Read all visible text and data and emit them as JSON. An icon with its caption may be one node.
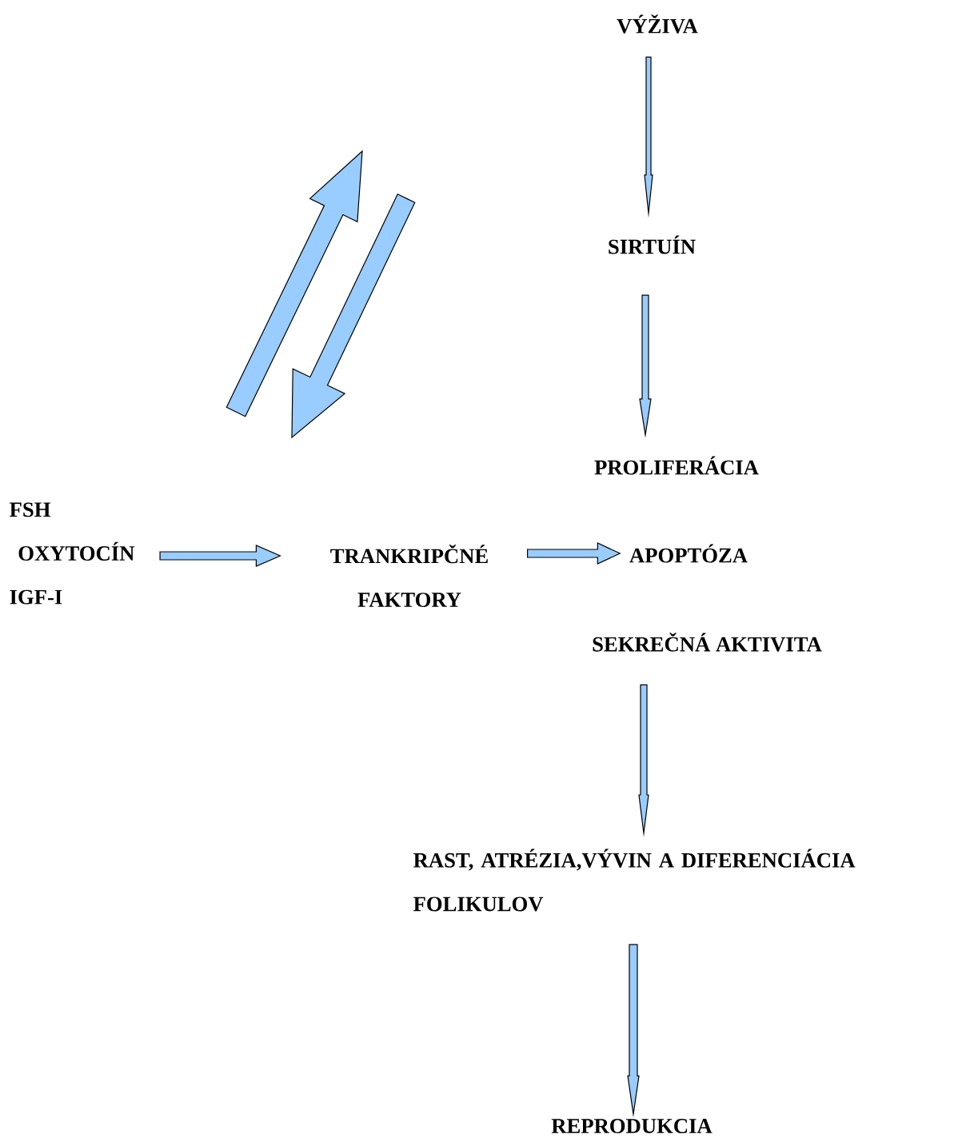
{
  "diagram": {
    "nodes": [
      {
        "text": [
          "VÝŽIVA"
        ]
      },
      {
        "text": [
          "SIRTUÍN"
        ]
      },
      {
        "text": [
          "PROLIFERÁCIA"
        ]
      },
      {
        "text": [
          "FSH",
          "OXYTOCÍN",
          "IGF-I"
        ]
      },
      {
        "text": [
          "TRANKRIPČNÉ FAKTORY"
        ]
      },
      {
        "text": [
          "APOPTÓZA"
        ]
      },
      {
        "text": [
          "SEKREČNÁ AKTIVITA"
        ]
      },
      {
        "text": [
          "RAST, ATRÉZIA,VÝVIN A DIFERENCIÁCIA FOLIKULOV"
        ]
      },
      {
        "text": [
          "REPRODUKCIA"
        ]
      }
    ],
    "edges": [
      {
        "from": 0,
        "to": 1,
        "arrow": "to"
      },
      {
        "from": 1,
        "to": 2,
        "arrow": "to"
      },
      {
        "from": 3,
        "to": 4,
        "arrow": "to"
      },
      {
        "from": 4,
        "to": 5,
        "arrow": "to"
      },
      {
        "from": 6,
        "to": 7,
        "arrow": "to"
      },
      {
        "from": 7,
        "to": 8,
        "arrow": "to"
      }
    ]
  }
}
